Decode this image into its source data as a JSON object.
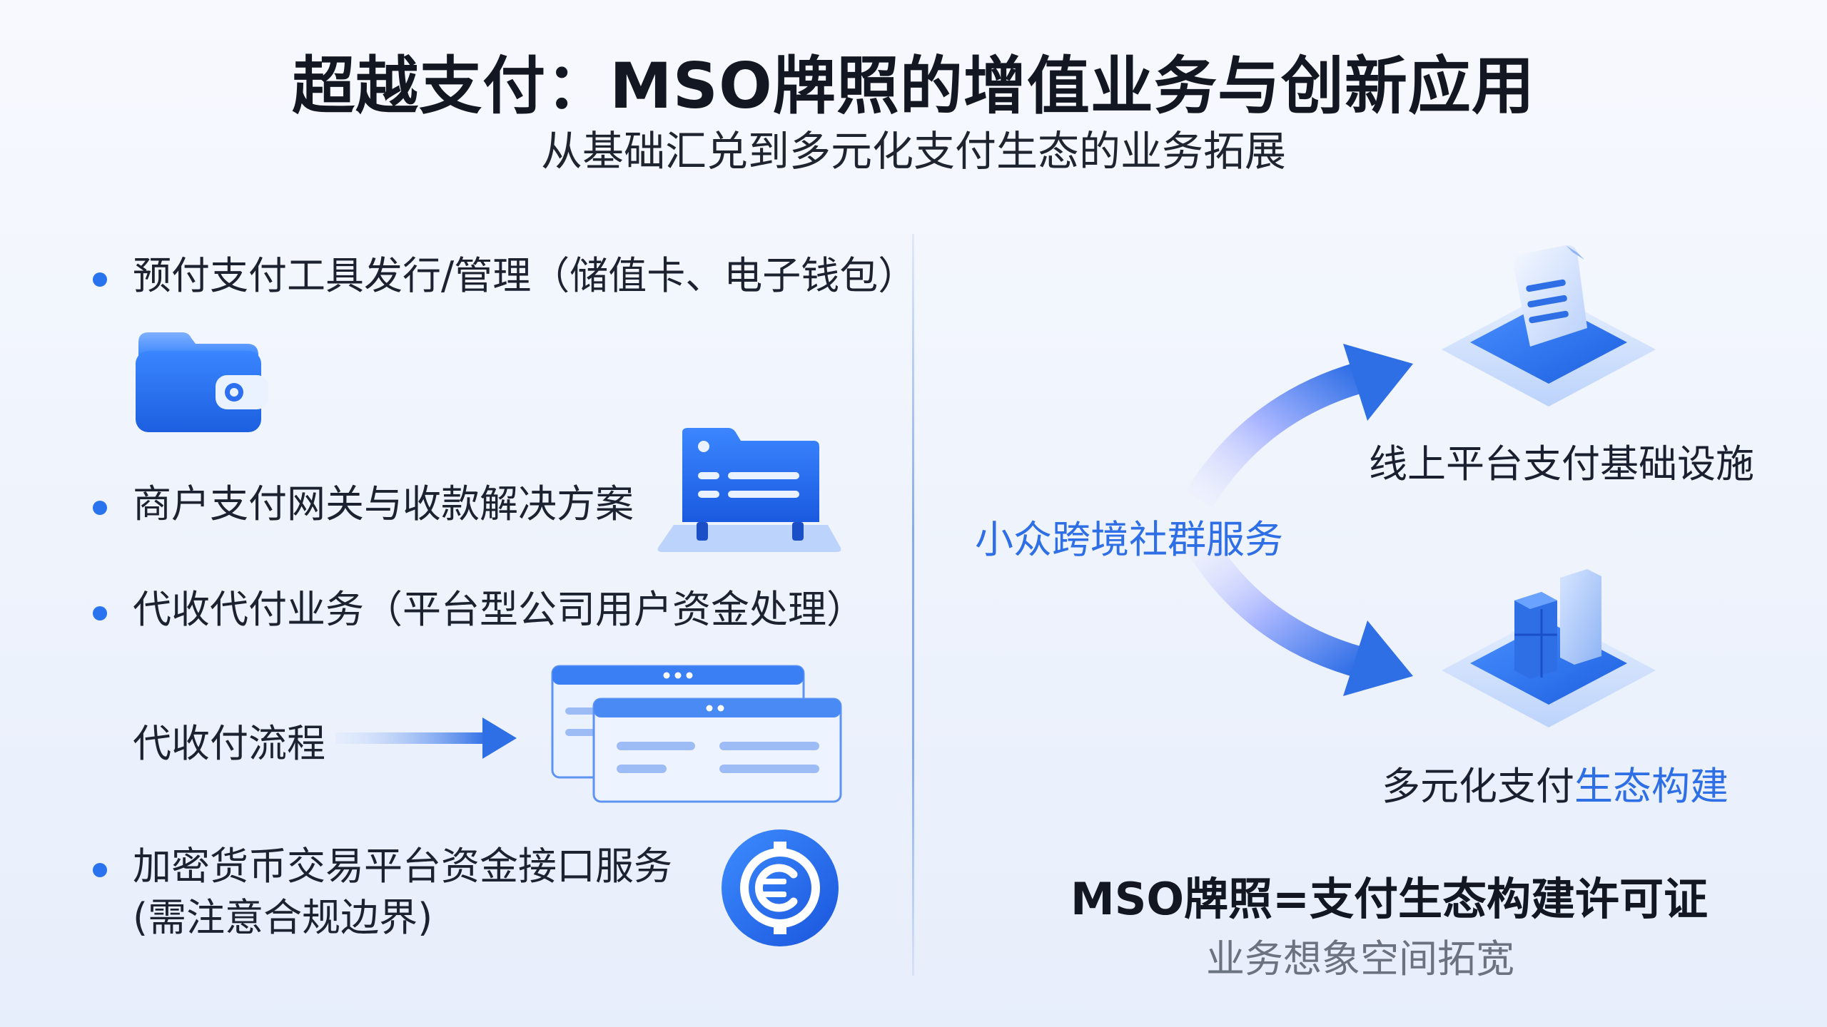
{
  "header": {
    "title": "超越支付：MSO牌照的增值业务与创新应用",
    "subtitle": "从基础汇兑到多元化支付生态的业务拓展"
  },
  "left": {
    "bullets": [
      {
        "text": "预付支付工具发行/管理（储值卡、电子钱包）",
        "icon": "wallet-icon"
      },
      {
        "text": "商户支付网关与收款解决方案",
        "icon": "payment-terminal-icon"
      },
      {
        "text": "代收代付业务（平台型公司用户资金处理）",
        "icon": ""
      },
      {
        "text_line1": "加密货币交易平台资金接口服务",
        "text_line2": "(需注意合规边界)",
        "icon": "crypto-coin-icon"
      }
    ],
    "flow_label": "代收付流程",
    "flow_icon": "windows-icon"
  },
  "right": {
    "center_label": "小众跨境社群服务",
    "top_label": "线上平台支付基础设施",
    "bottom_label_part1": "多元化支付",
    "bottom_label_part2": "生态构建",
    "top_icon": "document-platform-icon",
    "bottom_icon": "blocks-platform-icon"
  },
  "summary": {
    "main": "MSO牌照=支付生态构建许可证",
    "sub": "业务想象空间拓宽"
  },
  "colors": {
    "accent": "#2f6fe6",
    "accent_light": "#8fb4f5",
    "text_dark": "#1b2030",
    "text_muted": "#6b7280"
  }
}
